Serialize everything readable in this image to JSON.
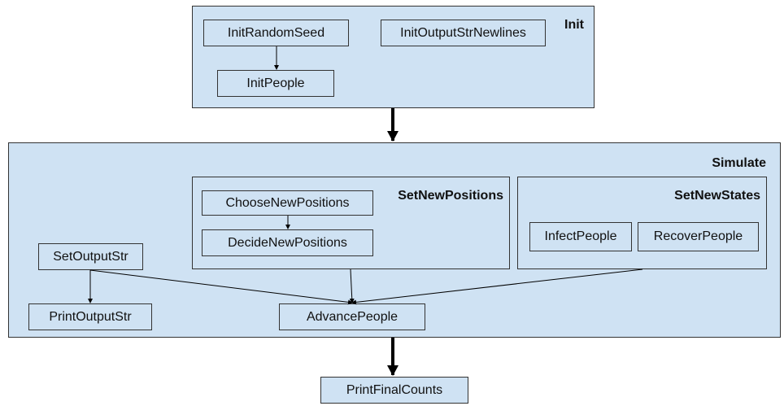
{
  "diagram": {
    "groups": {
      "init": {
        "title": "Init"
      },
      "simulate": {
        "title": "Simulate"
      },
      "set_new_positions": {
        "title": "SetNewPositions"
      },
      "set_new_states": {
        "title": "SetNewStates"
      }
    },
    "nodes": {
      "init_random_seed": "InitRandomSeed",
      "init_output_str_newlines": "InitOutputStrNewlines",
      "init_people": "InitPeople",
      "choose_new_positions": "ChooseNewPositions",
      "decide_new_positions": "DecideNewPositions",
      "infect_people": "InfectPeople",
      "recover_people": "RecoverPeople",
      "set_output_str": "SetOutputStr",
      "print_output_str": "PrintOutputStr",
      "advance_people": "AdvancePeople",
      "print_final_counts": "PrintFinalCounts"
    },
    "edges": [
      {
        "from": "InitRandomSeed",
        "to": "InitPeople"
      },
      {
        "from": "Init",
        "to": "Simulate"
      },
      {
        "from": "ChooseNewPositions",
        "to": "DecideNewPositions"
      },
      {
        "from": "SetOutputStr",
        "to": "PrintOutputStr"
      },
      {
        "from": "SetOutputStr",
        "to": "AdvancePeople"
      },
      {
        "from": "SetNewPositions",
        "to": "AdvancePeople"
      },
      {
        "from": "SetNewStates",
        "to": "AdvancePeople"
      },
      {
        "from": "Simulate",
        "to": "PrintFinalCounts"
      }
    ],
    "colors": {
      "fill": "#cfe2f3",
      "stroke": "#333333",
      "arrow": "#000000"
    }
  }
}
